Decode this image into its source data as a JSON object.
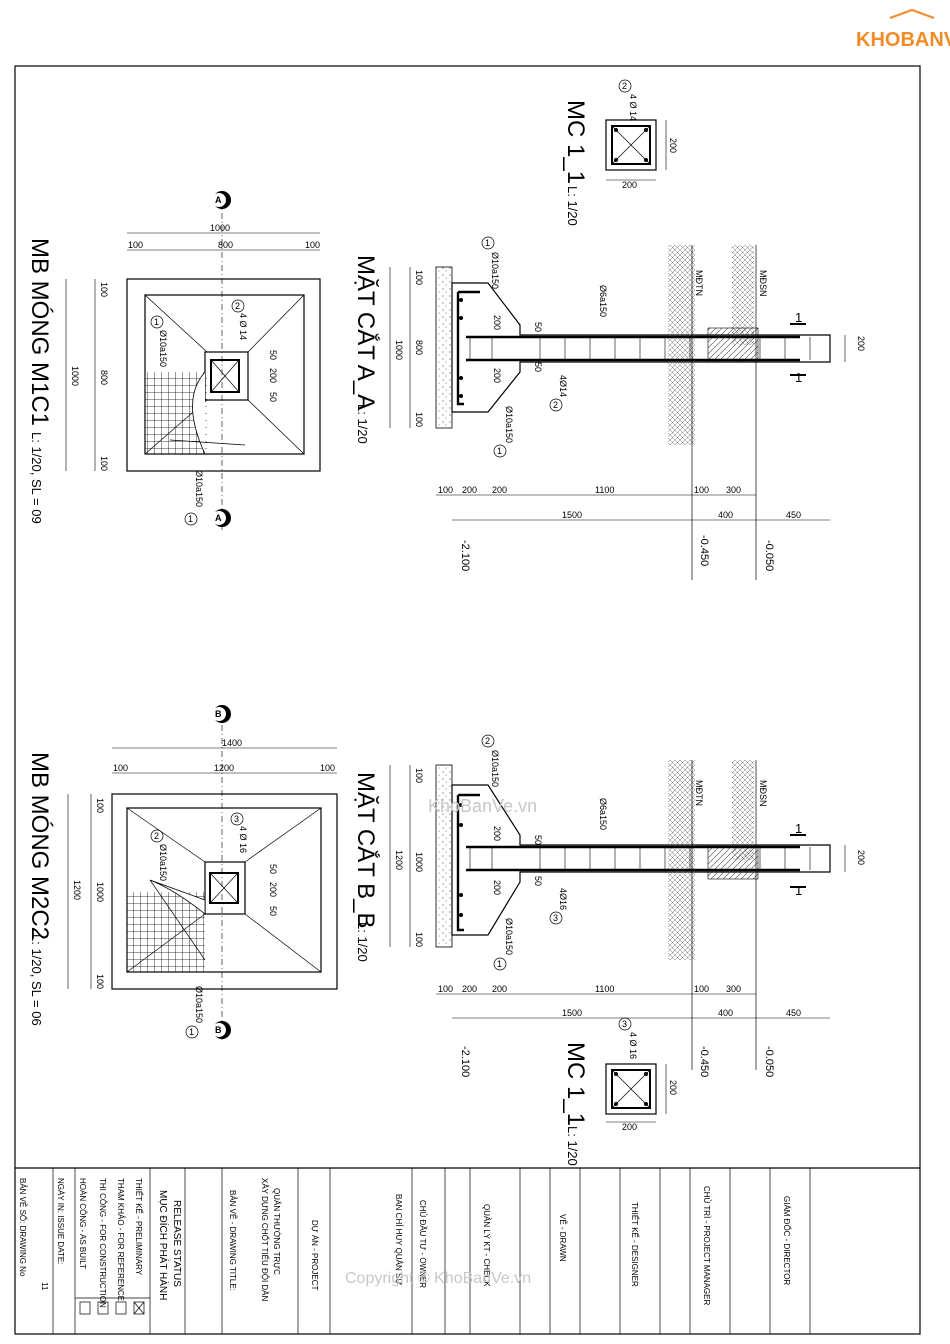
{
  "logo": {
    "text": "KHOBANVE",
    "brand_color": "#f28c28"
  },
  "watermarks": {
    "center": "KhoBanVe.vn",
    "bottom": "Copyright © KhoBanVe.vn"
  },
  "plan1": {
    "title": "MB MÓNG M1C1",
    "scale": "L: 1/20, SL = 09",
    "dim_total": "1000",
    "dim_side": "100",
    "dim_inner": "800",
    "col_dim": "200",
    "col_off": "50",
    "rebar1": "Ø10a150",
    "rebar2": "4 Ø 14",
    "rebar_bottom": "Ø10a150",
    "tag1": "1",
    "tag2": "2",
    "sec": "A"
  },
  "plan2": {
    "title": "MB MÓNG M2C2",
    "scale": "L: 1/20, SL = 06",
    "dim_total": "1400",
    "dim_side": "100",
    "dim_inner": "1200",
    "v_total": "1200",
    "v_inner": "1000",
    "col_dim": "200",
    "col_off": "50",
    "rebar1": "Ø10a150",
    "rebar2": "4 Ø 16",
    "rebar_bottom": "Ø10a150",
    "tag1": "2",
    "tag2": "3",
    "tag_b": "1",
    "sec": "B"
  },
  "secA": {
    "title": "MẶT CẮT A_A",
    "scale": "L: 1/20",
    "top_rebar": "Ø10a150",
    "stirrup": "Ø6a150",
    "bar": "4Ø14",
    "bot_rebar": "Ø10a150",
    "v_total": "1000",
    "v_side": "100",
    "v_inner": "800",
    "h200": "200",
    "h50": "50",
    "dims_bottom": [
      "100",
      "200",
      "200",
      "1100",
      "100",
      "300"
    ],
    "dims_bottom2": [
      "1500",
      "400",
      "450"
    ],
    "levels": [
      "-2.100",
      "-0.450",
      "-0.050"
    ],
    "mdtn": "MĐTN",
    "mdsn": "MĐSN",
    "cut": "1",
    "tags": [
      "1",
      "2",
      "1"
    ],
    "beam_h": "200"
  },
  "secB": {
    "title": "MẶT CẮT B_B",
    "scale": "L: 1/20",
    "top_rebar": "Ø10a150",
    "stirrup": "Ø6a150",
    "bar": "4Ø16",
    "bot_rebar": "Ø10a150",
    "v_total": "1200",
    "v_side": "100",
    "v_inner": "1000",
    "h200": "200",
    "h50": "50",
    "dims_bottom": [
      "100",
      "200",
      "200",
      "1100",
      "100",
      "300"
    ],
    "dims_bottom2": [
      "1500",
      "400",
      "450"
    ],
    "levels": [
      "-2.100",
      "-0.450",
      "-0.050"
    ],
    "mdtn": "MĐTN",
    "mdsn": "MĐSN",
    "cut": "1",
    "tags": [
      "2",
      "3",
      "1"
    ],
    "beam_h": "200"
  },
  "mc1": {
    "title": "MC 1_1",
    "scale": "L: 1/20",
    "rebar": "4 Ø 14",
    "tag": "2",
    "w": "200",
    "h": "200"
  },
  "mc2": {
    "title": "MC 1_1",
    "scale": "L: 1/20",
    "rebar": "4 Ø 16",
    "tag": "3",
    "w": "200",
    "h": "200"
  },
  "titleblock": {
    "release_vn": "MỤC ĐÍCH PHÁT HÀNH",
    "release_en": "RELEASE STATUS",
    "status_items": [
      "THIẾT KẾ - PRELIMINARY",
      "THAM KHẢO - FOR REFERENCE",
      "THI CÔNG - FOR CONSTRUCTION",
      "HOÀN CÔNG - AS BUILT"
    ],
    "issue_date": "NGÀY IN:\nISSUE DATE:",
    "drawing_no_label": "BẢN VẼ SỐ:\nDRAWING No",
    "drawing_no": "11",
    "drawing_title_label": "BẢN VẼ - DRAWING TITLE:",
    "project_name_1": "XÂY DỰNG CHỐT TIỂU ĐỘI DÂN",
    "project_name_2": "QUÂN THƯỜNG TRỰC",
    "project_label": "DỰ ÁN - PROJECT",
    "owner_label": "CHỦ ĐẦU TƯ - OWNER",
    "owner": "BAN CHỈ HUY QUÂN SỰ",
    "check": "QUẢN LÝ KT - CHECK",
    "drawn": "VẼ - DRAWN",
    "designer": "THIẾT KẾ - DESIGNER",
    "pm": "CHỦ TRÌ - PROJECT MANAGER",
    "director": "GIÁM ĐỐC - DIRECTOR"
  }
}
